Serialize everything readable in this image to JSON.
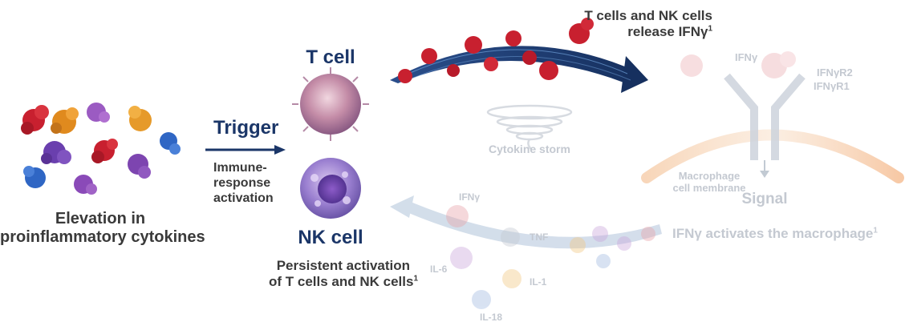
{
  "left": {
    "caption_line1": "Elevation in",
    "caption_line2": "proinflammatory cytokines"
  },
  "trigger": {
    "title": "Trigger",
    "line1": "Immune-",
    "line2": "response",
    "line3": "activation"
  },
  "cells": {
    "t_cell": "T cell",
    "nk_cell": "NK cell"
  },
  "top_arrow": {
    "line1": "T cells and NK cells",
    "line2": "release IFNγ",
    "sup": "1"
  },
  "receptor": {
    "ifng": "IFNγ",
    "r2": "IFNγR2",
    "r1": "IFNγR1",
    "membrane_line1": "Macrophage",
    "membrane_line2": "cell membrane",
    "signal": "Signal",
    "activates": "IFNγ activates the macrophage",
    "sup": "1"
  },
  "storm": {
    "label": "Cytokine storm"
  },
  "bottom_loop": {
    "ifng": "IFNγ",
    "tnf": "TNF",
    "il6": "IL-6",
    "il1": "IL-1",
    "il18": "IL-18"
  },
  "persistent": {
    "line1": "Persistent activation",
    "line2": "of T cells and NK cells",
    "sup": "1"
  },
  "colors": {
    "navy": "#1b3668",
    "cytokine_red": "#c8202f",
    "cytokine_orange": "#e08a1e",
    "cytokine_purple": "#7d45b0",
    "cytokine_blue": "#2f66c4",
    "faded_arrow": "#c9d6e6",
    "membrane": "#f6c8a3"
  }
}
